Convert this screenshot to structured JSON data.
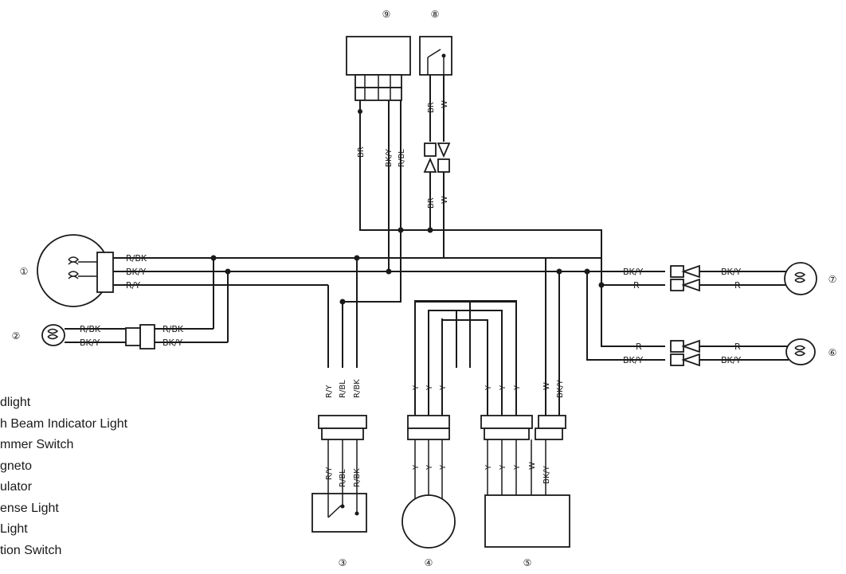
{
  "components": {
    "c1": "①",
    "c2": "②",
    "c3": "③",
    "c4": "④",
    "c5": "⑤",
    "c6": "⑥",
    "c7": "⑦",
    "c8": "⑧",
    "c9": "⑨"
  },
  "wire_labels": {
    "headlight_rbk": "R/BK",
    "headlight_bky": "BK/Y",
    "headlight_ry": "R/Y",
    "indicator_rbk_left": "R/BK",
    "indicator_bky_left": "BK/Y",
    "indicator_rbk_right": "R/BK",
    "indicator_bky_right": "BK/Y",
    "comp9_br": "BR",
    "comp9_bky": "BK/Y",
    "comp9_rbl": "R/BL",
    "comp8_br_top": "BR",
    "comp8_w_top": "W",
    "comp8_br_bottom": "BR",
    "comp8_w_bottom": "W",
    "sw3_ry_top": "R/Y",
    "sw3_rbl_top": "R/BL",
    "sw3_rbk_top": "R/BK",
    "sw3_ry_bottom": "R/Y",
    "sw3_rbl_bottom": "R/BL",
    "sw3_rbk_bottom": "R/BK",
    "mag4_y_top": "Y",
    "mag4_y_bottom": "Y",
    "reg5_y_top": "Y",
    "reg5_w_top": "W",
    "reg5_bky_top": "BK/Y",
    "reg5_y_bottom": "Y",
    "reg5_w_bottom": "W",
    "reg5_bky_bottom": "BK/Y",
    "c7_bky_left": "BK/Y",
    "c7_r_left": "R",
    "c7_bky_right": "BK/Y",
    "c7_r_right": "R",
    "c6_r_left": "R",
    "c6_bky_left": "BK/Y",
    "c6_r_right": "R",
    "c6_bky_right": "BK/Y"
  },
  "legend": [
    "dlight",
    "h Beam Indicator Light",
    "mmer Switch",
    "gneto",
    "ulator",
    "ense Light",
    "Light",
    "tion Switch"
  ]
}
